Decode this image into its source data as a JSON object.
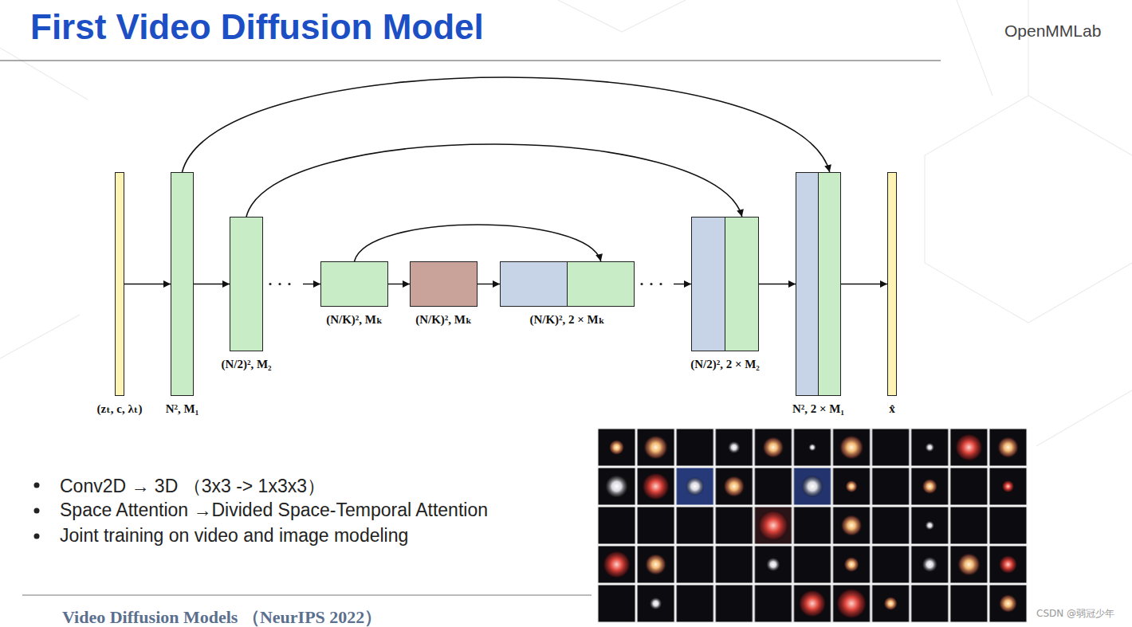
{
  "diagram": {
    "title": "First Video Diffusion Model",
    "caption": "Video Diffusion Models （NeurIPS 2022）",
    "nodes": [
      {
        "text": [
          "(zₜ, c, λₜ)"
        ]
      },
      {
        "text": [
          "N², M₁"
        ]
      },
      {
        "text": [
          "(N/2)², M₂"
        ]
      },
      {
        "text": [
          "(N/K)², Mₖ"
        ]
      },
      {
        "text": [
          "(N/K)², Mₖ"
        ]
      },
      {
        "text": [
          "(N/K)², 2 × Mₖ"
        ]
      },
      {
        "text": [
          "(N/2)², 2 × M₂"
        ]
      },
      {
        "text": [
          "N², 2 × M₁"
        ]
      },
      {
        "text": [
          "x̂"
        ]
      }
    ],
    "edges": [
      {
        "from": 0,
        "to": 1,
        "arrow": "to"
      },
      {
        "from": 1,
        "to": 2,
        "arrow": "to"
      },
      {
        "from": 2,
        "to": 3,
        "arrow": "to"
      },
      {
        "from": 3,
        "to": 4,
        "arrow": "to"
      },
      {
        "from": 4,
        "to": 5,
        "arrow": "to"
      },
      {
        "from": 5,
        "to": 6,
        "arrow": "to"
      },
      {
        "from": 6,
        "to": 7,
        "arrow": "to"
      },
      {
        "from": 7,
        "to": 8,
        "arrow": "to"
      },
      {
        "from": 1,
        "to": 7,
        "arrow": "to"
      },
      {
        "from": 2,
        "to": 6,
        "arrow": "to"
      },
      {
        "from": 3,
        "to": 5,
        "arrow": "to"
      }
    ],
    "labels": [
      "OpenMMLab",
      "Conv2D → 3D （3x3 -> 1x3x3）",
      "Space Attention →Divided Space-Temporal Attention",
      "Joint training on video and image modeling",
      "CSDN @弱冠少年"
    ]
  }
}
